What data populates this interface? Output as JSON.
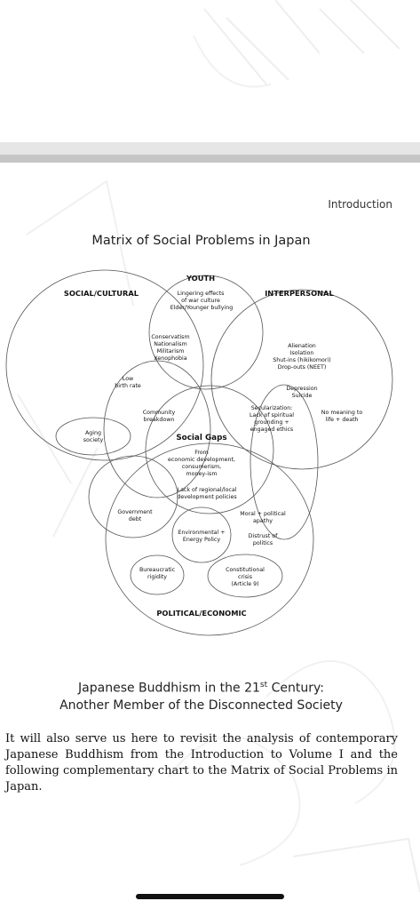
{
  "running_header": "Introduction",
  "figure": {
    "title": "Matrix of Social Problems in Japan",
    "headings": {
      "youth": "YOUTH",
      "social_cultural": "SOCIAL/CULTURAL",
      "interpersonal": "INTERPERSONAL",
      "social_gaps": "Social Gaps",
      "political_economic": "POLITICAL/ECONOMIC"
    },
    "labels": {
      "lingering": [
        "Lingering effects",
        "of war culture",
        "Elder/Younger bullying"
      ],
      "conservatism": [
        "Conservatism",
        "Nationalism",
        "Militarism",
        "Xenophobia"
      ],
      "low_birth": [
        "Low",
        "birth rate"
      ],
      "community": [
        "Community",
        "breakdown"
      ],
      "aging": [
        "Aging",
        "society"
      ],
      "alienation": [
        "Alienation",
        "Isolation",
        "Shut-ins (hikikomori)",
        "Drop-outs (NEET)"
      ],
      "depression": [
        "Depression",
        "Suicide"
      ],
      "secularization": [
        "Secularization:",
        "Lack of spiritual",
        "grounding +",
        "engaged ethics"
      ],
      "meaning": [
        "No meaning to",
        "life + death"
      ],
      "from_econ": [
        "From",
        "economic development,",
        "consumerism,",
        "money-ism"
      ],
      "regional": [
        "Lack of regional/local",
        "development policies"
      ],
      "gov_debt": [
        "Government",
        "debt"
      ],
      "environmental": [
        "Environmental +",
        "Energy Policy"
      ],
      "moral": [
        "Moral + political",
        "apathy"
      ],
      "distrust": [
        "Distrust of",
        "politics"
      ],
      "bureaucratic": [
        "Bureaucratic",
        "rigidity"
      ],
      "constitutional": [
        "Constitutional",
        "crisis",
        "(Article 9)"
      ]
    }
  },
  "subtitle": {
    "line1_before": "Japanese Buddhism in the 21",
    "line1_sup": "st",
    "line1_after": " Century:",
    "line2": "Another Member of the Disconnected Society"
  },
  "body_text": "It will also serve us here to revisit the analysis of contemporary Japanese Buddhism from the Introduction to Volume I and the following complementary chart to the Matrix of Social Problems in Japan."
}
